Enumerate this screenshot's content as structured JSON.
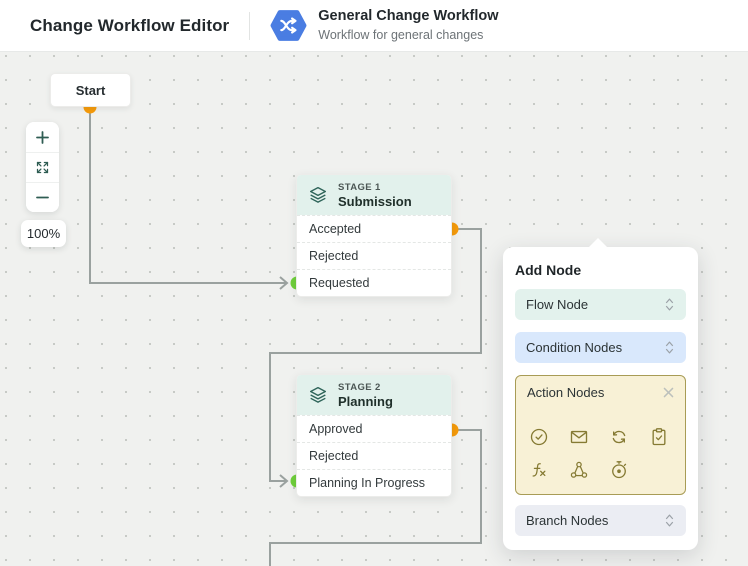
{
  "header": {
    "title": "Change Workflow Editor",
    "workflow": {
      "name": "General Change Workflow",
      "description": "Workflow for general changes",
      "icon": "shuffle-hexagon-icon"
    }
  },
  "canvas": {
    "start_node": {
      "label": "Start"
    },
    "zoom_controls": {
      "zoom_in": "+",
      "fit_screen": "expand-icon",
      "zoom_out": "−",
      "zoom_level": "100%"
    },
    "stages": [
      {
        "badge": "STAGE 1",
        "name": "Submission",
        "transitions": [
          {
            "label": "Accepted",
            "port": "source-orange-right"
          },
          {
            "label": "Rejected",
            "port": "none"
          },
          {
            "label": "Requested",
            "port": "target-green-left"
          }
        ]
      },
      {
        "badge": "STAGE 2",
        "name": "Planning",
        "transitions": [
          {
            "label": "Approved",
            "port": "source-orange-right"
          },
          {
            "label": "Rejected",
            "port": "none"
          },
          {
            "label": "Planning In Progress",
            "port": "target-green-left"
          }
        ]
      }
    ],
    "colors": {
      "connector": "#9aa19f",
      "source_port": "#f59b0b",
      "target_port": "#6fcf3b",
      "canvas_bg": "#f0f1ef",
      "grid_dot": "#c7cac6"
    }
  },
  "add_node_panel": {
    "title": "Add Node",
    "items": [
      {
        "label": "Flow Node",
        "state": "collapsed",
        "bg": "#e3f2ed"
      },
      {
        "label": "Condition Nodes",
        "state": "collapsed",
        "bg": "#d9e8fc"
      },
      {
        "label": "Action Nodes",
        "state": "expanded",
        "bg": "#f8f1d6",
        "icons": [
          "check-circle-icon",
          "mail-icon",
          "sync-icon",
          "clipboard-check-icon",
          "function-icon",
          "webhook-icon",
          "timer-icon"
        ]
      },
      {
        "label": "Branch Nodes",
        "state": "collapsed",
        "bg": "#ebedf3"
      }
    ]
  },
  "brand": {
    "accent_blue": "#4a7de2",
    "mint": "#e2f1ec",
    "teal_icon": "#2e6459"
  }
}
